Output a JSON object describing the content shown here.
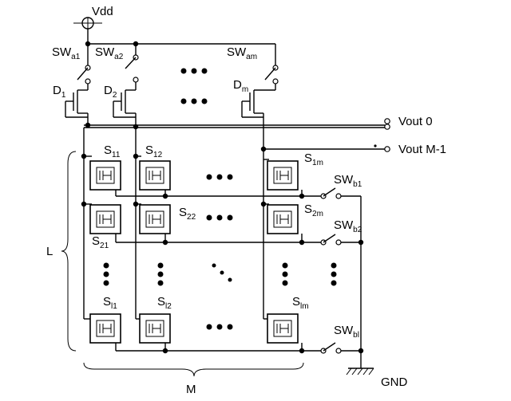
{
  "supply": {
    "label": "Vdd"
  },
  "ground": {
    "label": "GND"
  },
  "outputs": [
    {
      "label": "Vout 0"
    },
    {
      "label": "Vout M-1"
    }
  ],
  "brace_labels": {
    "rows": "L",
    "columns": "M"
  },
  "top_switches": [
    {
      "base": "SW",
      "sub": "a1"
    },
    {
      "base": "SW",
      "sub": "a2"
    },
    {
      "base": "SW",
      "sub": "am"
    }
  ],
  "drivers": [
    {
      "base": "D",
      "sub": "1"
    },
    {
      "base": "D",
      "sub": "2"
    },
    {
      "base": "D",
      "sub": "m"
    }
  ],
  "cells": [
    {
      "base": "S",
      "sub": "11"
    },
    {
      "base": "S",
      "sub": "12"
    },
    {
      "base": "S",
      "sub": "1m"
    },
    {
      "base": "S",
      "sub": "21"
    },
    {
      "base": "S",
      "sub": "22"
    },
    {
      "base": "S",
      "sub": "2m"
    },
    {
      "base": "S",
      "sub": "l1"
    },
    {
      "base": "S",
      "sub": "l2"
    },
    {
      "base": "S",
      "sub": "lm"
    }
  ],
  "row_switches": [
    {
      "base": "SW",
      "sub": "b1"
    },
    {
      "base": "SW",
      "sub": "b2"
    },
    {
      "base": "SW",
      "sub": "bl"
    }
  ]
}
